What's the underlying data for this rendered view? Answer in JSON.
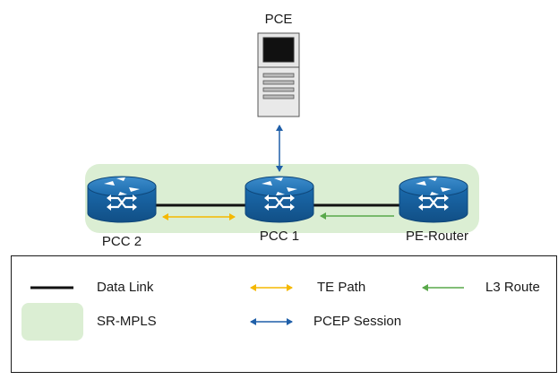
{
  "nodes": {
    "pce": "PCE",
    "pcc2": "PCC 2",
    "pcc1": "PCC 1",
    "pe_router": "PE-Router"
  },
  "legend": {
    "data_link": "Data Link",
    "te_path": "TE Path",
    "l3_route": "L3 Route",
    "sr_mpls": "SR-MPLS",
    "pcep_session": "PCEP Session"
  },
  "colors": {
    "router_blue": "#1b6bad",
    "sr_mpls_fill": "#dbeed3",
    "te_path": "#f5b800",
    "l3_route": "#59a84a",
    "pcep_session": "#1f5fa8",
    "data_link": "#111111",
    "server_gray": "#e6e6e6"
  },
  "icons": [
    "server-icon",
    "router-icon"
  ]
}
